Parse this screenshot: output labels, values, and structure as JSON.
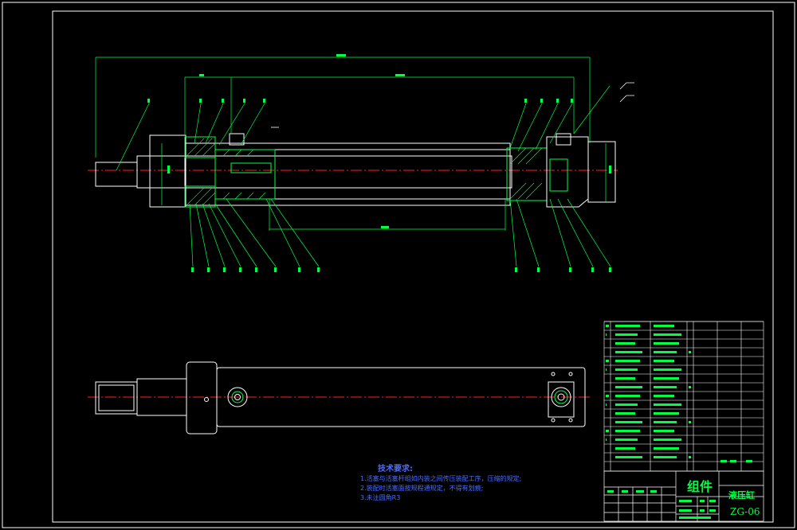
{
  "title_block": {
    "part_title": "组件",
    "assembly_name": "液压缸",
    "drawing_code": "ZG-06"
  },
  "technical_requirements": {
    "heading": "技术要求:",
    "items": [
      "1.活塞与活塞杆组如内装之间传压装配工序，压缩的规定;",
      "2.装配时活塞面按规程通规定，不得有划痕;",
      "3.未注圆角R3"
    ]
  },
  "colors": {
    "background": "#000000",
    "geometry": "#ffffff",
    "dimension": "#00ff44",
    "centerline": "#ff2020",
    "annotation_text": "#4a6dff",
    "hatch": "#00ff44"
  }
}
